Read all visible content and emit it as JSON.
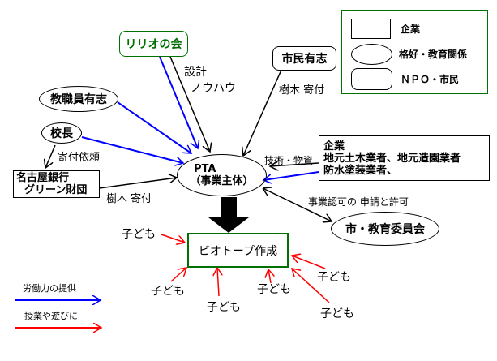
{
  "colors": {
    "labor": "#0000ff",
    "class_play": "#ff0000",
    "npo_green": "#007000",
    "biotope_border": "#007000",
    "legend_border": "#007000"
  },
  "legend": {
    "items": [
      {
        "shape": "rectangle",
        "label": "企業"
      },
      {
        "shape": "ellipse",
        "label": "格好・教育関係"
      },
      {
        "shape": "rounded-rectangle",
        "label": "ＮＰＯ・市民"
      }
    ]
  },
  "arrow_legend": {
    "labor": "労働力の提供",
    "class_play": "授業や遊びに"
  },
  "nodes": {
    "pta": {
      "line1": "PTA",
      "line2": "（事業主体）"
    },
    "ririo": "リリオの会",
    "shimin": "市民有志",
    "kyoshokuin": "教職員有志",
    "kocho": "校長",
    "nagoya_bank": {
      "line1": "名古屋銀行",
      "line2": "グリーン財団"
    },
    "kigyo": {
      "line1": "企業",
      "line2": "地元土木業者、地元造園業者",
      "line3": "防水塗装業者、"
    },
    "city": "市・教育委員会",
    "biotope": "ビオトープ作成",
    "children": [
      "子ども",
      "子ども",
      "子ども",
      "子ども",
      "子ども",
      "子ども"
    ]
  },
  "edge_labels": {
    "design": {
      "line1": "設計",
      "line2": "ノウハウ"
    },
    "tree_donation_citizen": "樹木 寄付",
    "donation_request": "寄付依頼",
    "tree_donation_bank": "樹木 寄付",
    "tech_materials": "技術・物資",
    "permit": "事業認可の 申請と許可"
  }
}
